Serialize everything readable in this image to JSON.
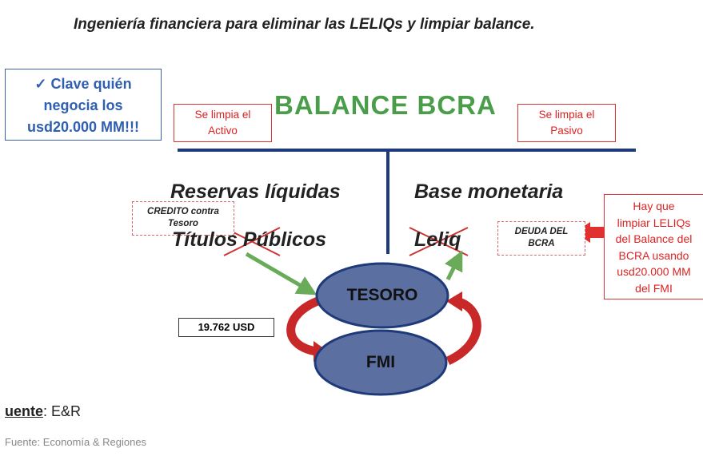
{
  "title": "Ingeniería financiera para eliminar las LELIQs y limpiar balance.",
  "clave": {
    "check": "✓",
    "line1": "Clave quién",
    "line2": "negocia los",
    "line3": "usd20.000 MM!!!"
  },
  "balance_title": "BALANCE BCRA",
  "activo_box": {
    "line1": "Se limpia el",
    "line2": "Activo"
  },
  "pasivo_box": {
    "line1": "Se limpia el",
    "line2": "Pasivo"
  },
  "left_heading": "Reservas líquidas",
  "right_heading": "Base monetaria",
  "credito_box": {
    "line1": "CREDITO contra",
    "line2": "Tesoro"
  },
  "titulos": "Títulos Públicos",
  "leliq": "Leliq",
  "deuda_box": {
    "line1": "DEUDA DEL",
    "line2": "BCRA"
  },
  "note_box": {
    "line1": "Hay que",
    "line2": "limpiar LELIQs",
    "line3": "del Balance del",
    "line4": "BCRA usando",
    "line5": "usd20.000 MM",
    "line6": "del FMI"
  },
  "tesoro": "TESORO",
  "fmi": "FMI",
  "amount": "19.762 USD",
  "fuente": {
    "label": "uente",
    "value": ": E&R"
  },
  "caption": "Fuente: Economía & Regiones",
  "colors": {
    "green": "#4a9e4a",
    "red": "#d33333",
    "navy": "#1f3a7a",
    "ellipse": "#5b6fa0"
  }
}
